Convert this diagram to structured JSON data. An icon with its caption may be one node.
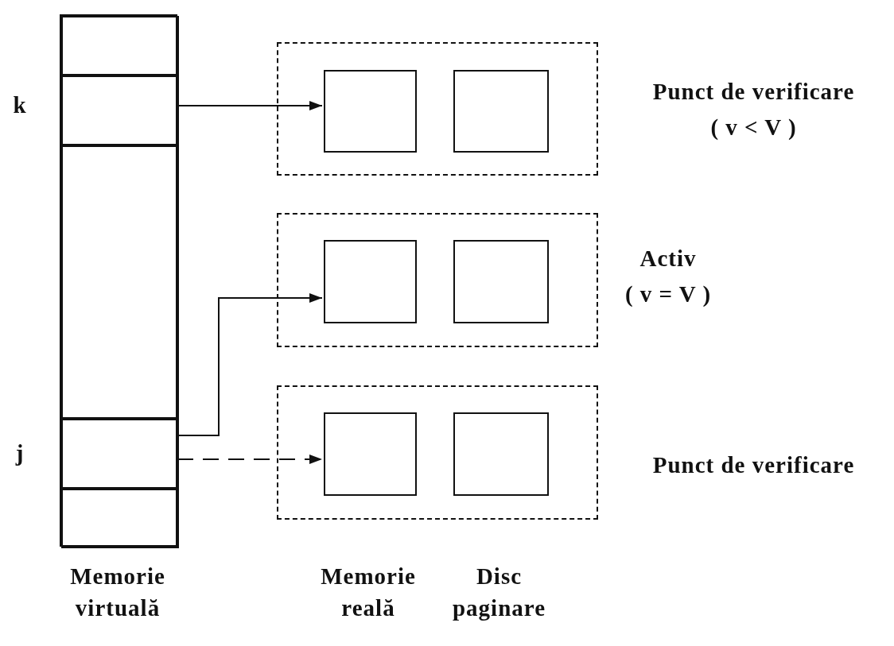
{
  "diagram": {
    "nodes": [
      {
        "text": [],
        "shape": "box",
        "beside": [
          "Memorie virtuală"
        ]
      },
      {
        "text": [],
        "shape": "box",
        "in": 0
      },
      {
        "text": [],
        "shape": "box",
        "in": 0,
        "beside": [
          "k"
        ]
      },
      {
        "text": [],
        "shape": "box",
        "in": 0
      },
      {
        "text": [],
        "shape": "box",
        "in": 0,
        "beside": [
          "j"
        ]
      },
      {
        "text": [],
        "shape": "box",
        "in": 0
      },
      {
        "text": [],
        "shape": "box",
        "beside": [
          "Punct de verificare",
          "( v < V )"
        ]
      },
      {
        "text": [],
        "shape": "box",
        "in": 6
      },
      {
        "text": [],
        "shape": "box",
        "in": 6
      },
      {
        "text": [],
        "shape": "box",
        "beside": [
          "Activ",
          "( v = V )"
        ]
      },
      {
        "text": [],
        "shape": "box",
        "in": 9
      },
      {
        "text": [],
        "shape": "box",
        "in": 9
      },
      {
        "text": [],
        "shape": "box",
        "beside": [
          "Punct de verificare"
        ]
      },
      {
        "text": [],
        "shape": "box",
        "in": 12
      },
      {
        "text": [],
        "shape": "box",
        "in": 12
      }
    ],
    "edges": [
      {
        "from": 2,
        "to": 7,
        "arrow": "to"
      },
      {
        "from": 4,
        "to": 10,
        "arrow": "to"
      },
      {
        "from": 4,
        "to": 13,
        "arrow": "to",
        "style": "dashed"
      }
    ],
    "labels": [
      "Memorie reală",
      "Disc paginare"
    ]
  }
}
